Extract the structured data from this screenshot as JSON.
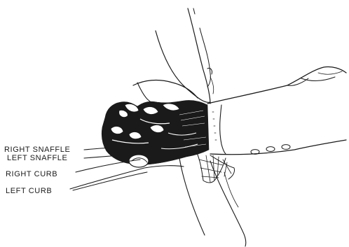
{
  "labels": {
    "right_snaffle": "RIGHT SNAFFLE",
    "left_snaffle": "LEFT SNAFFLE",
    "right_curb": "RIGHT CURB",
    "left_curb": "LEFT CURB"
  }
}
